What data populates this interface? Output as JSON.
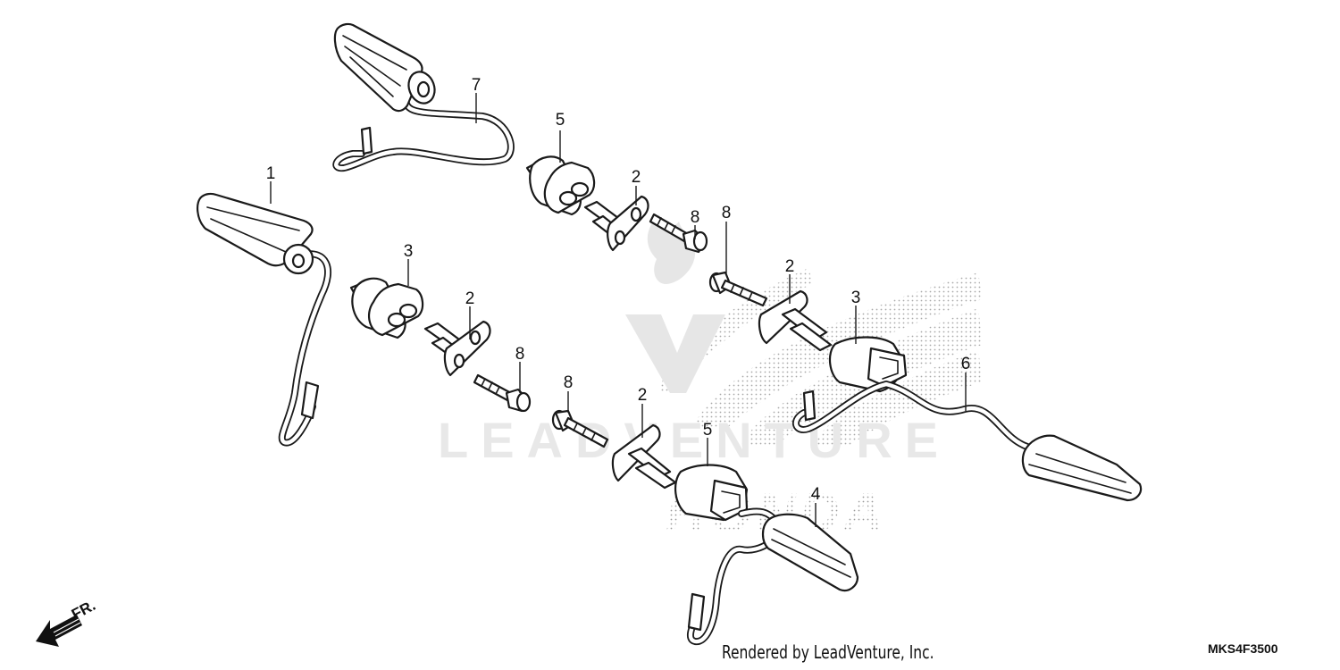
{
  "diagram": {
    "callouts": [
      {
        "id": "c1",
        "label": "1"
      },
      {
        "id": "c2a",
        "label": "2"
      },
      {
        "id": "c2b",
        "label": "2"
      },
      {
        "id": "c2c",
        "label": "2"
      },
      {
        "id": "c2d",
        "label": "2"
      },
      {
        "id": "c3a",
        "label": "3"
      },
      {
        "id": "c3b",
        "label": "3"
      },
      {
        "id": "c4",
        "label": "4"
      },
      {
        "id": "c5a",
        "label": "5"
      },
      {
        "id": "c5b",
        "label": "5"
      },
      {
        "id": "c6",
        "label": "6"
      },
      {
        "id": "c7",
        "label": "7"
      },
      {
        "id": "c8a",
        "label": "8"
      },
      {
        "id": "c8b",
        "label": "8"
      },
      {
        "id": "c8c",
        "label": "8"
      },
      {
        "id": "c8d",
        "label": "8"
      }
    ],
    "direction_label": "FR.",
    "footer_text": "Rendered by LeadVenture, Inc.",
    "diagram_code": "MKS4F3500",
    "watermark": {
      "company": "LEADVENTURE",
      "brand": "HONDA"
    }
  }
}
